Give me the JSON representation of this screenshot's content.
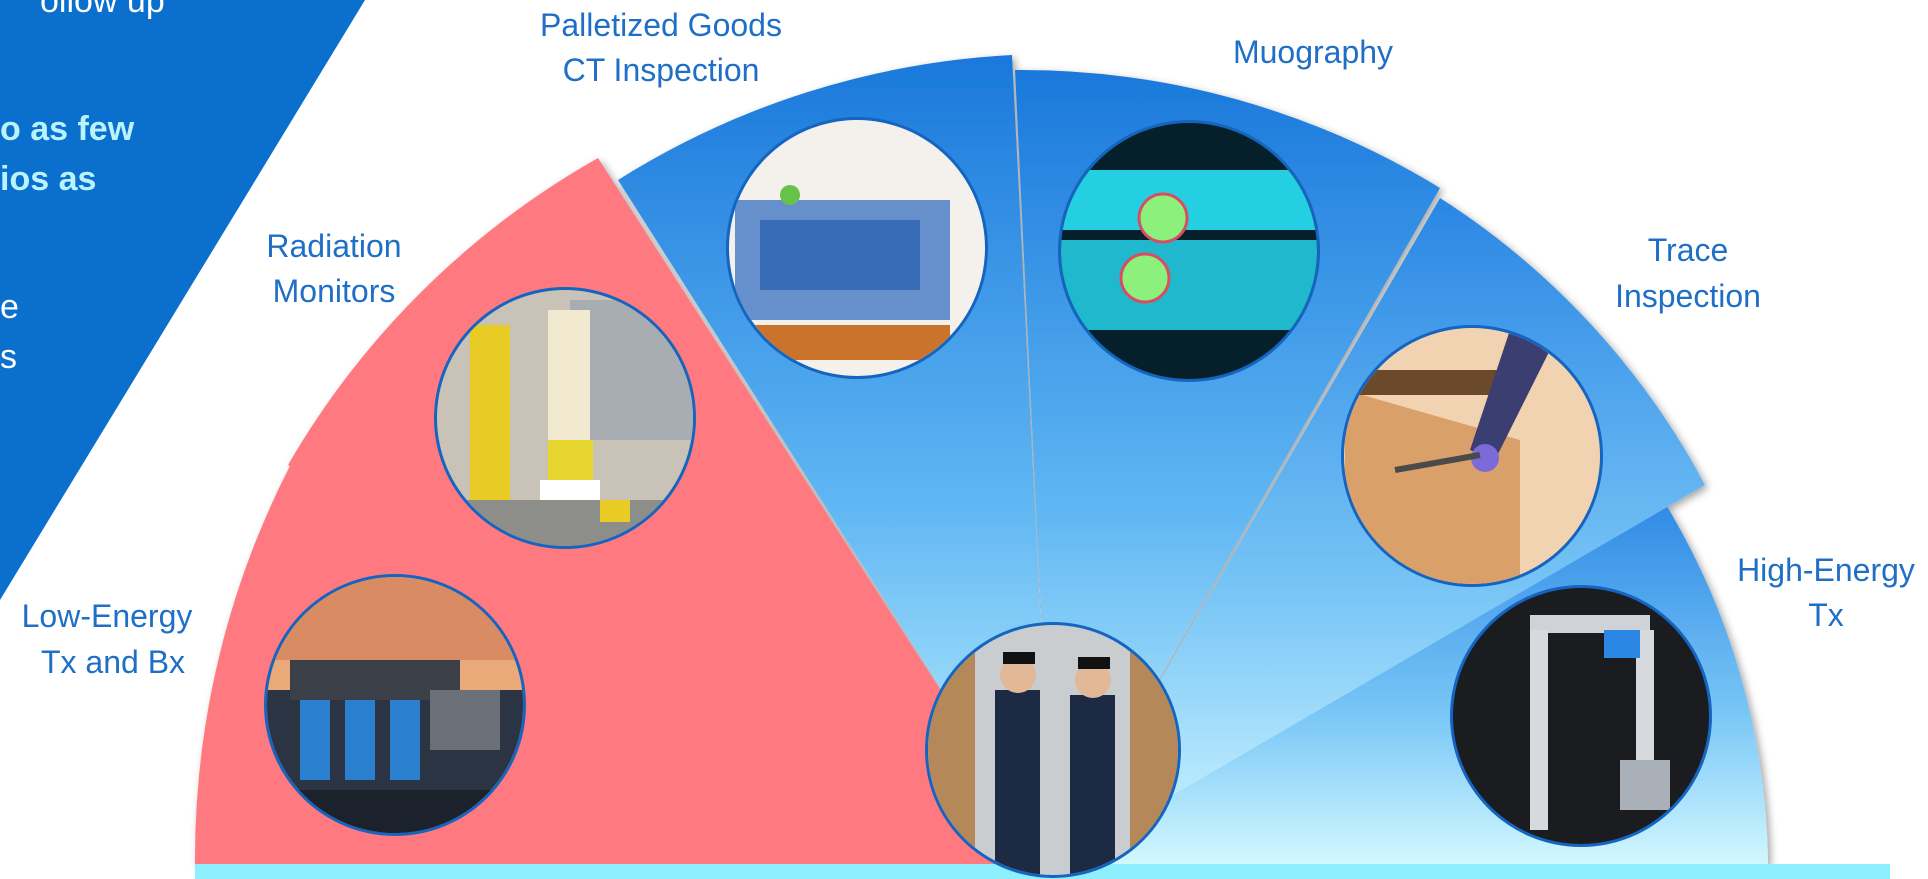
{
  "colors": {
    "panel_blue": "#0a6fcd",
    "segment_red": "#ff7a80",
    "segment_blue_dark": "#1f7fe0",
    "segment_blue_light": "#bfeffd",
    "base_bar": "#8ef0ff",
    "label_blue": "#1f6fc7",
    "circle_border": "#1565c0"
  },
  "left_panel": {
    "lines": [
      {
        "text": "ollow up",
        "bold": false
      },
      {
        "text": "o as few",
        "bold": true
      },
      {
        "text": "ios as",
        "bold": true
      },
      {
        "text": "e",
        "bold": false
      },
      {
        "text": "s",
        "bold": false
      }
    ]
  },
  "segments": [
    {
      "id": "low-energy",
      "label_lines": [
        "Low-Energy",
        "Tx and Bx"
      ],
      "color": "red",
      "image_icon": "border-portal-at-dusk-image"
    },
    {
      "id": "radiation-monitors",
      "label_lines": [
        "Radiation",
        "Monitors"
      ],
      "color": "red",
      "image_icon": "yellow-radiation-portal-image"
    },
    {
      "id": "palletized-goods",
      "label_lines": [
        "Palletized Goods",
        "CT Inspection"
      ],
      "color": "blue",
      "image_icon": "pallet-ct-scan-image"
    },
    {
      "id": "muography",
      "label_lines": [
        "Muography"
      ],
      "color": "blue",
      "image_icon": "muon-scan-image"
    },
    {
      "id": "trace-inspection",
      "label_lines": [
        "Trace",
        "Inspection"
      ],
      "color": "blue",
      "image_icon": "trace-swab-image"
    },
    {
      "id": "high-energy",
      "label_lines": [
        "High-Energy",
        "Tx"
      ],
      "color": "blue",
      "image_icon": "high-energy-scanner-image"
    }
  ],
  "center_image_icon": "customs-officers-image"
}
